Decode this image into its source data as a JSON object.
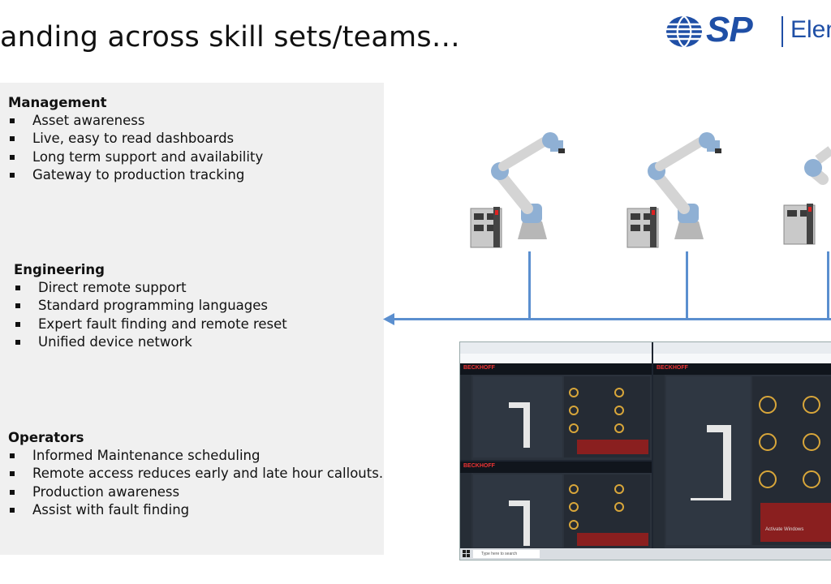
{
  "slide": {
    "title": "anding across skill sets/teams…",
    "logo": {
      "text": "SP",
      "subtext": "Elen"
    },
    "sections": [
      {
        "heading": "Management",
        "items": [
          "Asset awareness",
          "Live, easy to read dashboards",
          "Long term support and availability",
          "Gateway to production tracking"
        ]
      },
      {
        "heading": "Engineering",
        "items": [
          "Direct remote support",
          "Standard programming languages",
          "Expert fault finding and remote reset",
          "Unified device network"
        ]
      },
      {
        "heading": "Operators",
        "items": [
          "Informed Maintenance scheduling",
          "Remote access reduces early and late hour callouts.",
          "Production awareness",
          "Assist with fault finding"
        ]
      }
    ]
  },
  "screenshot": {
    "brand": "BECKHOFF",
    "search_placeholder": "Type here to search",
    "window_title": "Please enter your Title",
    "watermark": "Activate Windows"
  },
  "colors": {
    "accent": "#5b8fcf",
    "logo": "#1f4fa6",
    "panel": "#f0f0f0"
  }
}
